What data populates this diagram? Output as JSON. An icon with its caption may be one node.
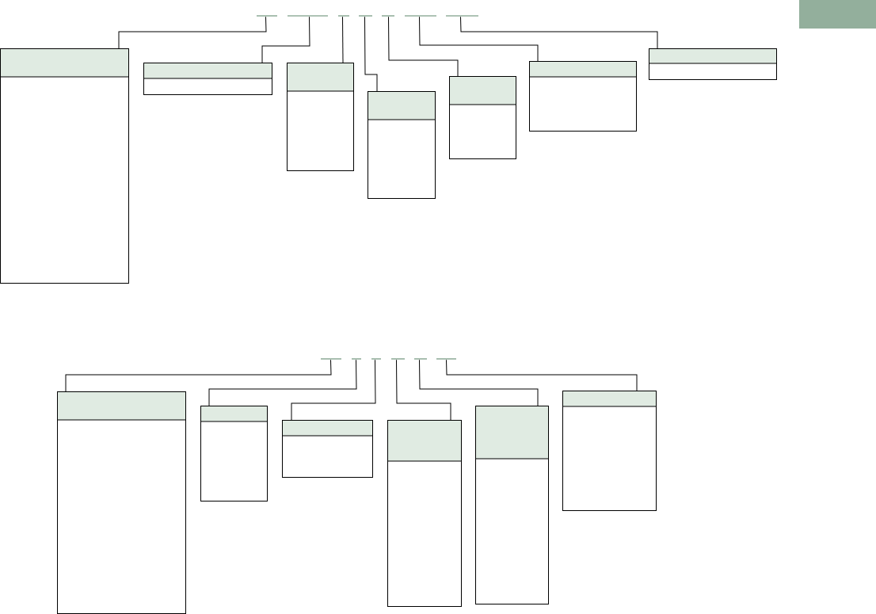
{
  "diagram": {
    "nodes": [
      {
        "text": [],
        "shape": "bar"
      },
      {
        "text": [],
        "shape": "bar"
      },
      {
        "text": [],
        "shape": "bar"
      },
      {
        "text": [],
        "shape": "bar"
      },
      {
        "text": [],
        "shape": "bar"
      },
      {
        "text": [],
        "shape": "bar"
      },
      {
        "text": [],
        "shape": "bar"
      },
      {
        "text": [],
        "shape": "box"
      },
      {
        "text": [],
        "shape": "box"
      },
      {
        "text": [],
        "shape": "box"
      },
      {
        "text": [],
        "shape": "box"
      },
      {
        "text": [],
        "shape": "box"
      },
      {
        "text": [],
        "shape": "box"
      },
      {
        "text": [],
        "shape": "box"
      },
      {
        "text": [],
        "shape": "bar"
      },
      {
        "text": [],
        "shape": "bar"
      },
      {
        "text": [],
        "shape": "bar"
      },
      {
        "text": [],
        "shape": "bar"
      },
      {
        "text": [],
        "shape": "bar"
      },
      {
        "text": [],
        "shape": "bar"
      },
      {
        "text": [],
        "shape": "box"
      },
      {
        "text": [],
        "shape": "box"
      },
      {
        "text": [],
        "shape": "box"
      },
      {
        "text": [],
        "shape": "box"
      },
      {
        "text": [],
        "shape": "box"
      },
      {
        "text": [],
        "shape": "box"
      }
    ],
    "edges": [
      {
        "from": 0,
        "to": 7,
        "arrow": "none"
      },
      {
        "from": 1,
        "to": 8,
        "arrow": "none"
      },
      {
        "from": 2,
        "to": 9,
        "arrow": "none"
      },
      {
        "from": 3,
        "to": 10,
        "arrow": "none"
      },
      {
        "from": 4,
        "to": 11,
        "arrow": "none"
      },
      {
        "from": 5,
        "to": 12,
        "arrow": "none"
      },
      {
        "from": 6,
        "to": 13,
        "arrow": "none"
      },
      {
        "from": 14,
        "to": 20,
        "arrow": "none"
      },
      {
        "from": 15,
        "to": 21,
        "arrow": "none"
      },
      {
        "from": 16,
        "to": 22,
        "arrow": "none"
      },
      {
        "from": 17,
        "to": 23,
        "arrow": "none"
      },
      {
        "from": 18,
        "to": 24,
        "arrow": "none"
      },
      {
        "from": 19,
        "to": 25,
        "arrow": "none"
      }
    ]
  }
}
